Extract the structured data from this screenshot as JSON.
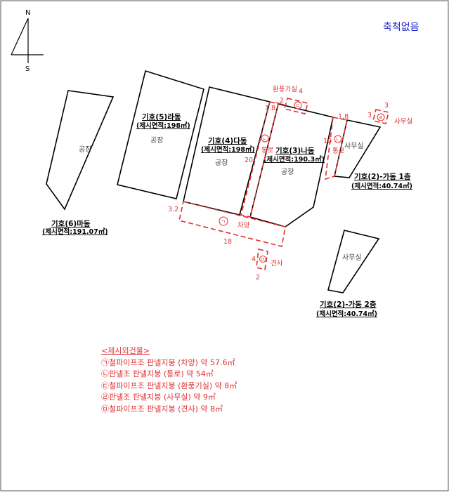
{
  "compass": {
    "north": "N",
    "south": "S"
  },
  "scale_note": "축척없음",
  "buildings": {
    "b6": {
      "title": "기호(6)마동",
      "area": "(제시면적:191.07㎡)",
      "room": "공장"
    },
    "b5": {
      "title": "기호(5)라동",
      "area": "(제시면적:198㎡)",
      "room": "공장"
    },
    "b4": {
      "title": "기호(4)다동",
      "area": "(제시면적:198㎡)",
      "room": "공장"
    },
    "b3": {
      "title": "기호(3)나동",
      "area": "(제시면적:190.3㎡)",
      "room": "공장"
    },
    "b2f1": {
      "title": "기호(2)-가동 1층",
      "area": "(제시면적:40.74㎡)",
      "room": "사무실"
    },
    "b2f2": {
      "title": "기호(2)-가동 2층",
      "area": "(제시면적:40.74㎡)",
      "room": "사무실"
    }
  },
  "annexes": {
    "canopy": {
      "marker": "ㄱ",
      "label": "차양"
    },
    "passage": {
      "marker": "ㄴ",
      "label": "통로"
    },
    "vent": {
      "marker": "ㄷ",
      "label": "환풍기실"
    },
    "office": {
      "marker": "ㄹ",
      "label": "사무실"
    },
    "guard": {
      "marker": "ㅁ",
      "label": "견사"
    }
  },
  "dimensions": {
    "vent_w": "4",
    "vent_h": "2",
    "passage_w": "1.8",
    "passage_w2": "1.8",
    "passage_len": "20",
    "passage2_len": "10",
    "office_w": "3",
    "office_h": "3",
    "canopy_w": "3.2",
    "canopy_len": "18",
    "guard_w": "4",
    "guard_h": "2"
  },
  "legend": {
    "title": "<제시외건물>",
    "items": [
      "㉠철파이프조 판넬지붕 (차양) 약 57.6㎡",
      "㉡판넬조 판넬지붕 (통로) 약 54㎡",
      "㉢철파이프조 판넬지붕 (환풍기실) 약 8㎡",
      "㉣판넬조 판넬지붕 (사무실) 약 9㎡",
      "㉤철파이프조 판넬지붕 (견사) 약 8㎡"
    ]
  },
  "colors": {
    "annex_red": "#e03030",
    "scale_blue": "#1a22cc",
    "outline": "#000000"
  }
}
